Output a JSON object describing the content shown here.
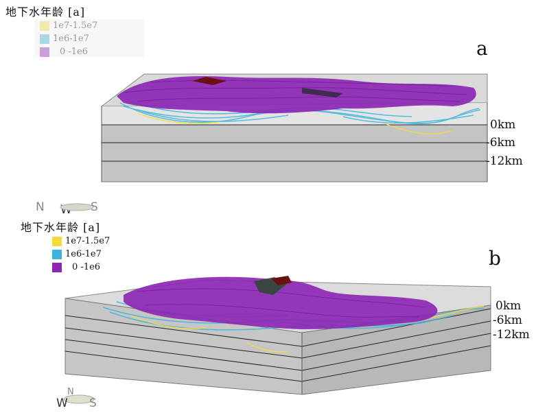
{
  "legend_title": "地下水年龄 [a]",
  "legend": [
    {
      "label": "1e7-1.5e7",
      "color": "#f5dc3c"
    },
    {
      "label": "1e6-1e7",
      "color": "#3cb4dc"
    },
    {
      "label": "0 -1e6",
      "color": "#8c28b4"
    }
  ],
  "panels": [
    {
      "letter": "a",
      "depths": [
        "0km",
        "-6km",
        "-12km"
      ],
      "compass": {
        "n": "N",
        "w": "W",
        "s": "S"
      }
    },
    {
      "letter": "b",
      "depths": [
        "0km",
        "-6km",
        "-12km"
      ],
      "compass": {
        "n": "N",
        "w": "W",
        "s": "S"
      }
    }
  ]
}
